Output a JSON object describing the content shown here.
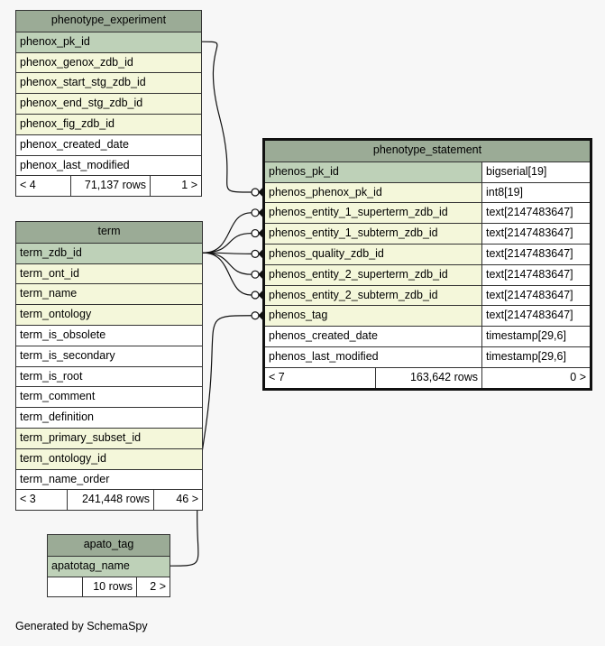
{
  "tables": {
    "phenotype_experiment": {
      "name": "phenotype_experiment",
      "columns": [
        {
          "name": "phenox_pk_id",
          "kind": "pk"
        },
        {
          "name": "phenox_genox_zdb_id",
          "kind": "fk"
        },
        {
          "name": "phenox_start_stg_zdb_id",
          "kind": "fk"
        },
        {
          "name": "phenox_end_stg_zdb_id",
          "kind": "fk"
        },
        {
          "name": "phenox_fig_zdb_id",
          "kind": "fk"
        },
        {
          "name": "phenox_created_date",
          "kind": "plain"
        },
        {
          "name": "phenox_last_modified",
          "kind": "plain"
        }
      ],
      "footer": {
        "parents": "< 4",
        "rows": "71,137 rows",
        "children": "1 >"
      }
    },
    "term": {
      "name": "term",
      "columns": [
        {
          "name": "term_zdb_id",
          "kind": "pk"
        },
        {
          "name": "term_ont_id",
          "kind": "fk"
        },
        {
          "name": "term_name",
          "kind": "fk"
        },
        {
          "name": "term_ontology",
          "kind": "fk"
        },
        {
          "name": "term_is_obsolete",
          "kind": "plain"
        },
        {
          "name": "term_is_secondary",
          "kind": "plain"
        },
        {
          "name": "term_is_root",
          "kind": "plain"
        },
        {
          "name": "term_comment",
          "kind": "plain"
        },
        {
          "name": "term_definition",
          "kind": "plain"
        },
        {
          "name": "term_primary_subset_id",
          "kind": "fk"
        },
        {
          "name": "term_ontology_id",
          "kind": "fk"
        },
        {
          "name": "term_name_order",
          "kind": "plain"
        }
      ],
      "footer": {
        "parents": "< 3",
        "rows": "241,448 rows",
        "children": "46 >"
      }
    },
    "apato_tag": {
      "name": "apato_tag",
      "columns": [
        {
          "name": "apatotag_name",
          "kind": "pk"
        }
      ],
      "footer": {
        "parents": "",
        "rows": "10 rows",
        "children": "2 >"
      }
    },
    "phenotype_statement": {
      "name": "phenotype_statement",
      "columns": [
        {
          "name": "phenos_pk_id",
          "type": "bigserial[19]",
          "kind": "pk"
        },
        {
          "name": "phenos_phenox_pk_id",
          "type": "int8[19]",
          "kind": "fk"
        },
        {
          "name": "phenos_entity_1_superterm_zdb_id",
          "type": "text[2147483647]",
          "kind": "fk"
        },
        {
          "name": "phenos_entity_1_subterm_zdb_id",
          "type": "text[2147483647]",
          "kind": "fk"
        },
        {
          "name": "phenos_quality_zdb_id",
          "type": "text[2147483647]",
          "kind": "fk"
        },
        {
          "name": "phenos_entity_2_superterm_zdb_id",
          "type": "text[2147483647]",
          "kind": "fk"
        },
        {
          "name": "phenos_entity_2_subterm_zdb_id",
          "type": "text[2147483647]",
          "kind": "fk"
        },
        {
          "name": "phenos_tag",
          "type": "text[2147483647]",
          "kind": "fk"
        },
        {
          "name": "phenos_created_date",
          "type": "timestamp[29,6]",
          "kind": "plain"
        },
        {
          "name": "phenos_last_modified",
          "type": "timestamp[29,6]",
          "kind": "plain"
        }
      ],
      "footer": {
        "parents": "< 7",
        "rows": "163,642 rows",
        "children": "0 >"
      }
    }
  },
  "relationships": [
    {
      "from": "phenotype_experiment.phenox_pk_id",
      "to": "phenotype_statement.phenos_phenox_pk_id"
    },
    {
      "from": "term.term_zdb_id",
      "to": "phenotype_statement.phenos_entity_1_superterm_zdb_id"
    },
    {
      "from": "term.term_zdb_id",
      "to": "phenotype_statement.phenos_entity_1_subterm_zdb_id"
    },
    {
      "from": "term.term_zdb_id",
      "to": "phenotype_statement.phenos_quality_zdb_id"
    },
    {
      "from": "term.term_zdb_id",
      "to": "phenotype_statement.phenos_entity_2_superterm_zdb_id"
    },
    {
      "from": "term.term_zdb_id",
      "to": "phenotype_statement.phenos_entity_2_subterm_zdb_id"
    },
    {
      "from": "apato_tag.apatotag_name",
      "to": "phenotype_statement.phenos_tag"
    }
  ],
  "colors": {
    "header": "#9bab96",
    "primary_key": "#bed1b8",
    "foreign_key": "#f4f7da",
    "plain": "#ffffff",
    "background": "#f7f7f7"
  },
  "generated_by": "Generated by SchemaSpy"
}
